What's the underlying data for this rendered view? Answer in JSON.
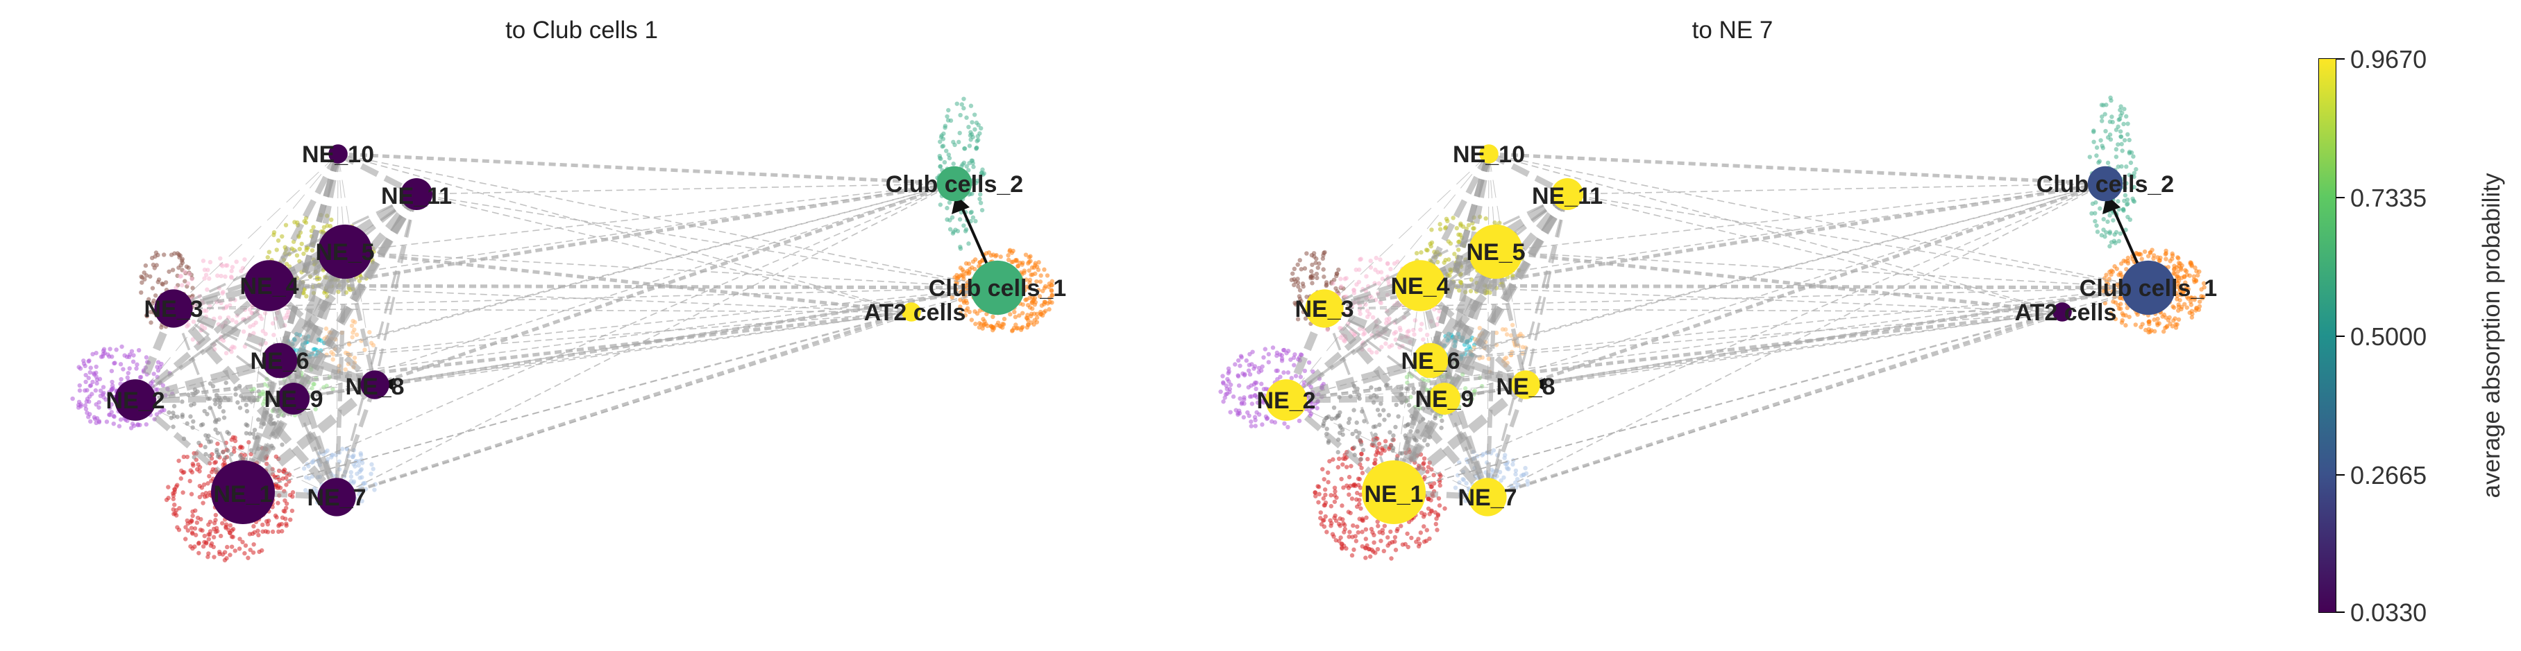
{
  "colorbar": {
    "label": "average absorption probability",
    "ticks": [
      "0.9670",
      "0.7335",
      "0.5000",
      "0.2665",
      "0.0330"
    ],
    "min": 0.033,
    "max": 0.967,
    "colors": [
      "#440154",
      "#3b528b",
      "#21918c",
      "#5ec962",
      "#fde725"
    ]
  },
  "chart_data": [
    {
      "type": "scatter",
      "title": "to Club cells 1",
      "target": "Club_cells_1",
      "nodes": [
        {
          "name": "NE_10",
          "value": 0.033,
          "size": 0.3
        },
        {
          "name": "NE_11",
          "value": 0.033,
          "size": 0.5
        },
        {
          "name": "NE_5",
          "value": 0.033,
          "size": 0.85
        },
        {
          "name": "NE_4",
          "value": 0.033,
          "size": 0.8
        },
        {
          "name": "NE_3",
          "value": 0.033,
          "size": 0.6
        },
        {
          "name": "NE_6",
          "value": 0.033,
          "size": 0.55
        },
        {
          "name": "NE_2",
          "value": 0.033,
          "size": 0.65
        },
        {
          "name": "NE_9",
          "value": 0.033,
          "size": 0.5
        },
        {
          "name": "NE_8",
          "value": 0.033,
          "size": 0.45
        },
        {
          "name": "NE_1",
          "value": 0.033,
          "size": 1.0
        },
        {
          "name": "NE_7",
          "value": 0.033,
          "size": 0.6
        },
        {
          "name": "Club cells_2",
          "value": 0.62,
          "size": 0.55
        },
        {
          "name": "Club cells_1",
          "value": 0.62,
          "size": 0.85
        },
        {
          "name": "AT2 cells",
          "value": 0.967,
          "size": 0.3
        }
      ]
    },
    {
      "type": "scatter",
      "title": "to NE 7",
      "target": "NE_7",
      "nodes": [
        {
          "name": "NE_10",
          "value": 0.967,
          "size": 0.3
        },
        {
          "name": "NE_11",
          "value": 0.967,
          "size": 0.5
        },
        {
          "name": "NE_5",
          "value": 0.967,
          "size": 0.85
        },
        {
          "name": "NE_4",
          "value": 0.967,
          "size": 0.8
        },
        {
          "name": "NE_3",
          "value": 0.967,
          "size": 0.6
        },
        {
          "name": "NE_6",
          "value": 0.967,
          "size": 0.55
        },
        {
          "name": "NE_2",
          "value": 0.967,
          "size": 0.65
        },
        {
          "name": "NE_9",
          "value": 0.967,
          "size": 0.5
        },
        {
          "name": "NE_8",
          "value": 0.967,
          "size": 0.45
        },
        {
          "name": "NE_1",
          "value": 0.967,
          "size": 1.0
        },
        {
          "name": "NE_7",
          "value": 0.967,
          "size": 0.6
        },
        {
          "name": "Club cells_2",
          "value": 0.26,
          "size": 0.55
        },
        {
          "name": "Club cells_1",
          "value": 0.26,
          "size": 0.85
        },
        {
          "name": "AT2 cells",
          "value": 0.033,
          "size": 0.3
        }
      ]
    }
  ]
}
